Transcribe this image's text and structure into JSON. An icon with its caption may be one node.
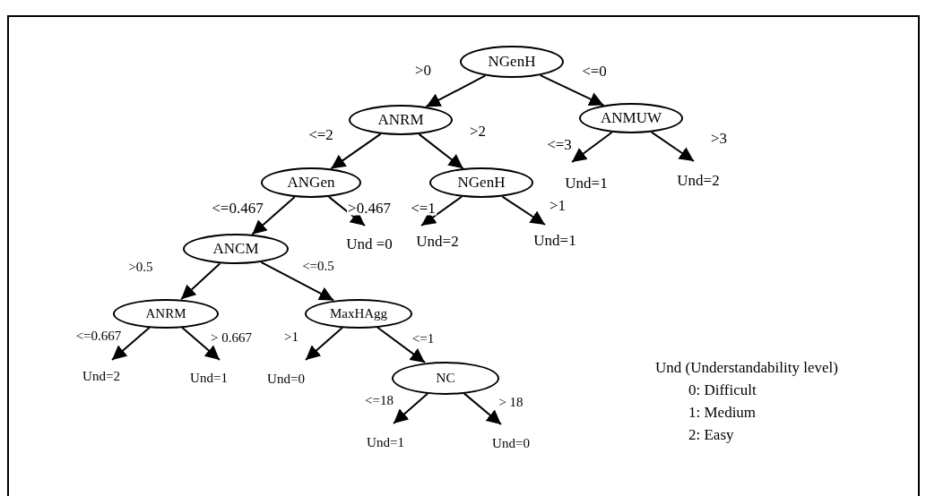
{
  "diagram": {
    "nodes": [
      {
        "text": [
          "NGenH"
        ]
      },
      {
        "text": [
          "ANRM"
        ]
      },
      {
        "text": [
          "ANMUW"
        ]
      },
      {
        "text": [
          "ANGen"
        ]
      },
      {
        "text": [
          "NGenH"
        ]
      },
      {
        "text": [
          "Und=1"
        ]
      },
      {
        "text": [
          "Und=2"
        ]
      },
      {
        "text": [
          "ANCM"
        ]
      },
      {
        "text": [
          "Und =0"
        ]
      },
      {
        "text": [
          "Und=2"
        ]
      },
      {
        "text": [
          "Und=1"
        ]
      },
      {
        "text": [
          "ANRM"
        ]
      },
      {
        "text": [
          "MaxHAgg"
        ]
      },
      {
        "text": [
          "Und=2"
        ]
      },
      {
        "text": [
          "Und=1"
        ]
      },
      {
        "text": [
          "Und=0"
        ]
      },
      {
        "text": [
          "NC"
        ]
      },
      {
        "text": [
          "Und=1"
        ]
      },
      {
        "text": [
          "Und=0"
        ]
      }
    ],
    "edges": [
      {
        "from": 0,
        "to": 1,
        "arrow": "to",
        "label": ">0"
      },
      {
        "from": 0,
        "to": 2,
        "arrow": "to",
        "label": "<=0"
      },
      {
        "from": 1,
        "to": 3,
        "arrow": "to",
        "label": "<=2"
      },
      {
        "from": 1,
        "to": 4,
        "arrow": "to",
        "label": ">2"
      },
      {
        "from": 2,
        "to": 5,
        "arrow": "to",
        "label": "<=3"
      },
      {
        "from": 2,
        "to": 6,
        "arrow": "to",
        "label": ">3"
      },
      {
        "from": 3,
        "to": 7,
        "arrow": "to",
        "label": "<=0.467"
      },
      {
        "from": 3,
        "to": 8,
        "arrow": "to",
        "label": ">0.467"
      },
      {
        "from": 4,
        "to": 9,
        "arrow": "to",
        "label": "<=1"
      },
      {
        "from": 4,
        "to": 10,
        "arrow": "to",
        "label": ">1"
      },
      {
        "from": 7,
        "to": 11,
        "arrow": "to",
        "label": ">0.5"
      },
      {
        "from": 7,
        "to": 12,
        "arrow": "to",
        "label": "<=0.5"
      },
      {
        "from": 11,
        "to": 13,
        "arrow": "to",
        "label": "<=0.667"
      },
      {
        "from": 11,
        "to": 14,
        "arrow": "to",
        "label": "> 0.667"
      },
      {
        "from": 12,
        "to": 15,
        "arrow": "to",
        "label": ">1"
      },
      {
        "from": 12,
        "to": 16,
        "arrow": "to",
        "label": "<=1"
      },
      {
        "from": 16,
        "to": 17,
        "arrow": "to",
        "label": "<=18"
      },
      {
        "from": 16,
        "to": 18,
        "arrow": "to",
        "label": "> 18"
      }
    ],
    "labels": [
      "Und (Understandability level)",
      "0: Difficult",
      "1: Medium",
      "2: Easy"
    ]
  }
}
